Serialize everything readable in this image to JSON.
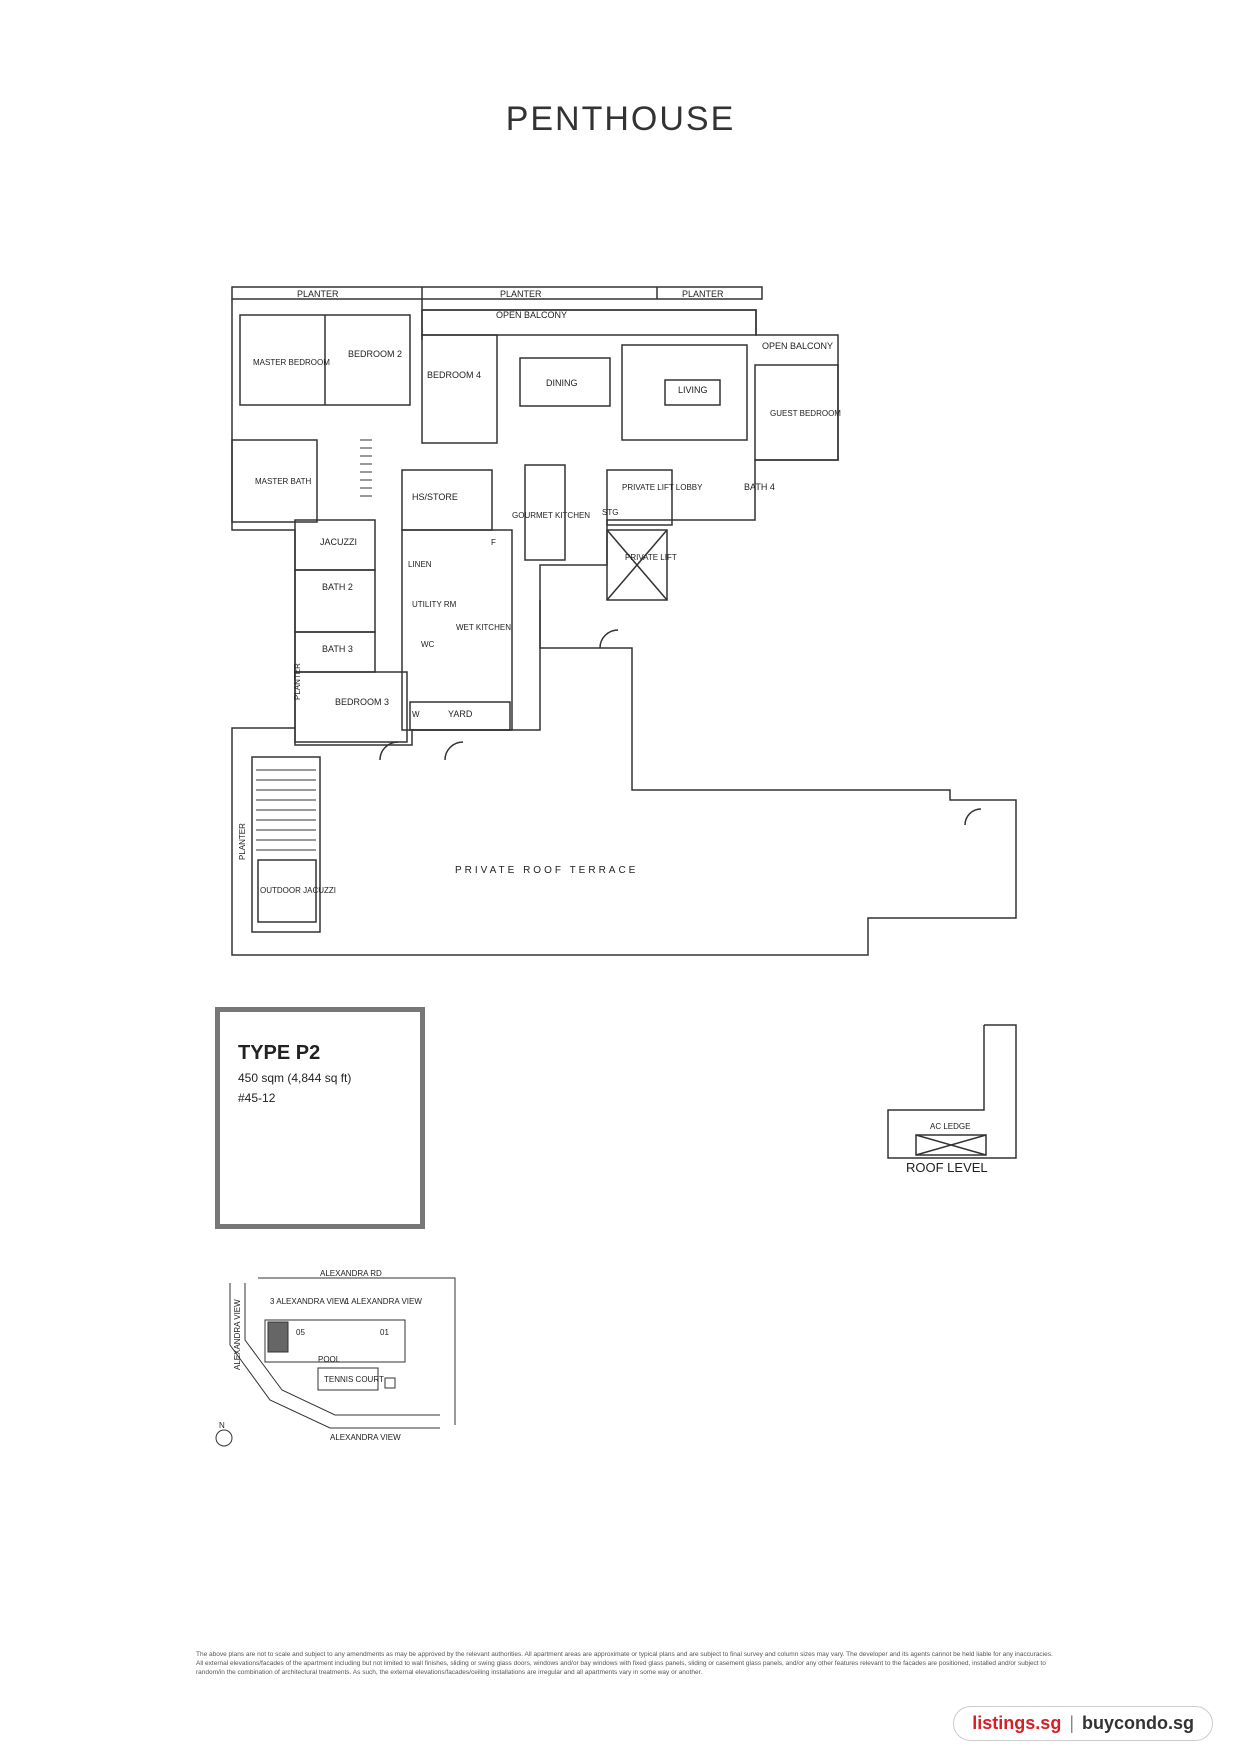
{
  "page_title": "PENTHOUSE",
  "rooms": {
    "planter_left": "PLANTER",
    "planter_mid": "PLANTER",
    "planter_right": "PLANTER",
    "open_balcony": "OPEN BALCONY",
    "open_balcony_right": "OPEN BALCONY",
    "master_bedroom": "MASTER BEDROOM",
    "bedroom_2": "BEDROOM 2",
    "bedroom_4": "BEDROOM 4",
    "dining": "DINING",
    "living": "LIVING",
    "guest_bedroom": "GUEST BEDROOM",
    "master_bath": "MASTER BATH",
    "hs_store": "HS/STORE",
    "gourmet_kitchen": "GOURMET KITCHEN",
    "private_lift_lobby": "PRIVATE LIFT LOBBY",
    "bath_4": "BATH 4",
    "private_lift": "PRIVATE LIFT",
    "jacuzzi": "JACUZZI",
    "bath_2": "BATH 2",
    "bath_3": "BATH 3",
    "linen": "LINEN",
    "utility_rm": "UTILITY RM",
    "wet_kitchen": "WET KITCHEN",
    "planter_bed3": "PLANTER",
    "bedroom_3": "BEDROOM 3",
    "yard": "YARD",
    "planter_vertical": "PLANTER",
    "outdoor_jacuzzi": "OUTDOOR JACUZZI",
    "private_roof_terrace": "PRIVATE ROOF TERRACE",
    "stg": "STG",
    "f_mark": "F",
    "w_mark": "W",
    "wc_mark": "WC"
  },
  "unit_info": {
    "type": "TYPE P2",
    "area": "450 sqm (4,844 sq ft)",
    "unit_no": "#45-12"
  },
  "roof": {
    "ac_ledge": "AC LEDGE",
    "caption": "ROOF LEVEL"
  },
  "site_plan": {
    "road_top": "ALEXANDRA RD",
    "road_left": "ALEXANDRA VIEW",
    "road_bottom": "ALEXANDRA VIEW",
    "block_3": "3 ALEXANDRA VIEW",
    "block_1": "1 ALEXANDRA VIEW",
    "unit_05": "05",
    "unit_01": "01",
    "pool": "POOL",
    "tennis": "TENNIS COURT",
    "north": "N"
  },
  "disclaimer": "The above plans are not to scale and subject to any amendments as may be approved by the relevant authorities. All apartment areas are approximate or typical plans and are subject to final survey and column sizes may vary. The developer and its agents cannot be held liable for any inaccuracies. All external elevations/facades of the apartment including but not limited to wall finishes, sliding or swing glass doors, windows and/or bay windows with fixed glass panels, sliding or casement glass panels, and/or any other features relevant to the facades are positioned, installed and/or subject to random/in the combination of architectural treatments. As such, the external elevations/facades/ceiling installations are irregular and all apartments vary in some way or another.",
  "footer": {
    "brand": "listings.sg",
    "separator": "|",
    "brand2": "buycondo.sg"
  }
}
